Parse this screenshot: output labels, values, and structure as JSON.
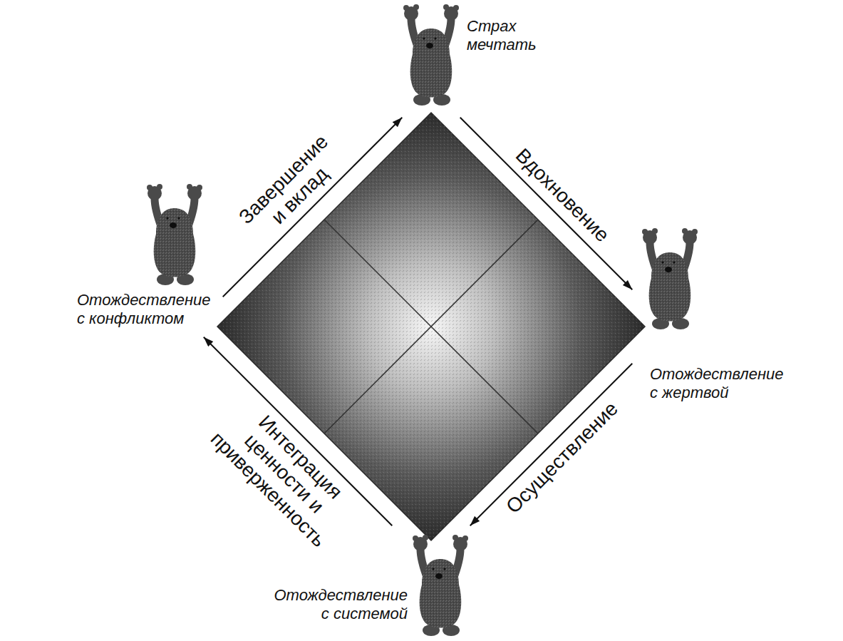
{
  "diagram": {
    "nodes": [
      {
        "text": [
          "Страх мечтать"
        ]
      },
      {
        "text": [
          "Отождествление с жертвой"
        ]
      },
      {
        "text": [
          "Отождествление с системой"
        ]
      },
      {
        "text": [
          "Отождествление с конфликтом"
        ]
      }
    ],
    "edges": [
      {
        "from": 3,
        "to": 0,
        "arrow": "to",
        "label": "Завершение и вклад"
      },
      {
        "from": 0,
        "to": 1,
        "arrow": "to",
        "label": "Вдохновение"
      },
      {
        "from": 1,
        "to": 2,
        "arrow": "to",
        "label": "Осуществление"
      },
      {
        "from": 2,
        "to": 3,
        "arrow": "to",
        "label": "Интеграция ценности и приверженность"
      }
    ]
  }
}
